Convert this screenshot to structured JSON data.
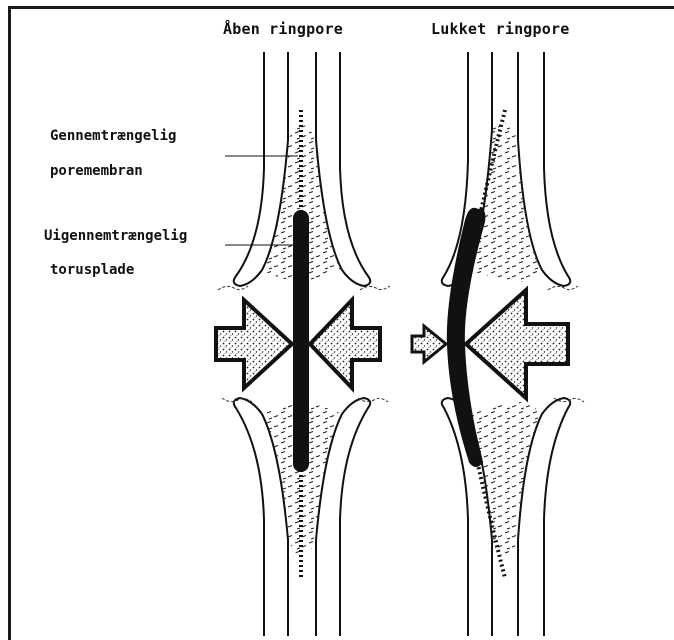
{
  "titles": {
    "open": "Åben ringpore",
    "closed": "Lukket ringpore"
  },
  "labels": {
    "permeable_line1": "Gennemtrængelig",
    "permeable_line2": "poremembran",
    "impermeable_line1": "Uigennemtrængelig",
    "impermeable_line2": "torusplade"
  }
}
